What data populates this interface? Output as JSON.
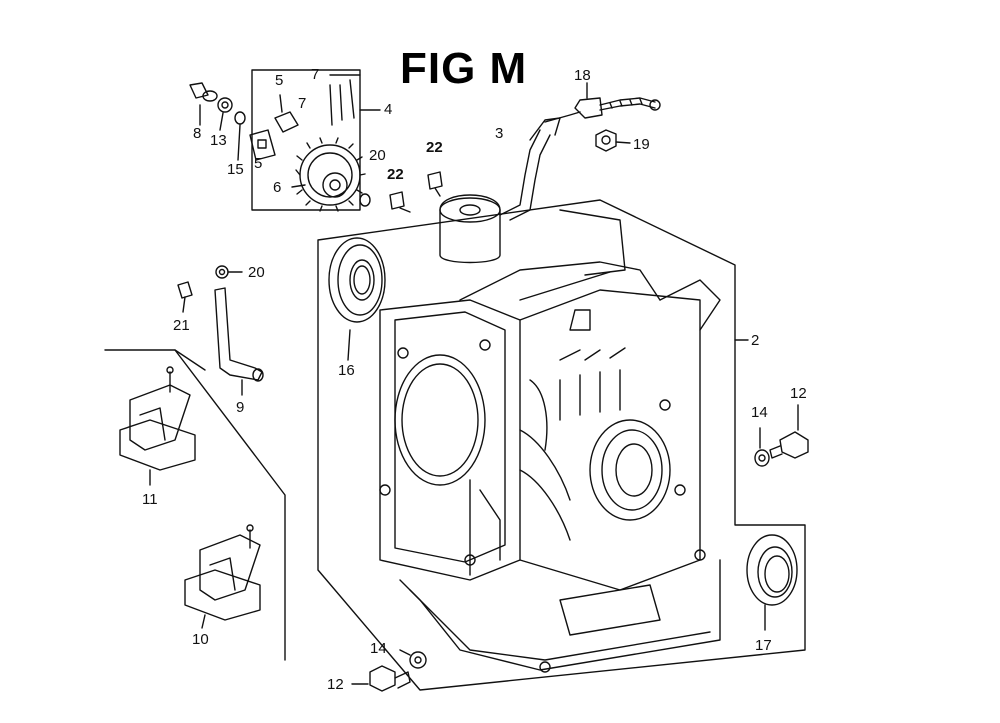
{
  "title": "FIG M",
  "callouts": [
    {
      "id": "c8",
      "label": "8"
    },
    {
      "id": "c13",
      "label": "13"
    },
    {
      "id": "c15",
      "label": "15"
    },
    {
      "id": "c5a",
      "label": "5"
    },
    {
      "id": "c5b",
      "label": "5"
    },
    {
      "id": "c6",
      "label": "6"
    },
    {
      "id": "c7a",
      "label": "7"
    },
    {
      "id": "c7b",
      "label": "7"
    },
    {
      "id": "c4",
      "label": "4"
    },
    {
      "id": "c20a",
      "label": "20"
    },
    {
      "id": "c22a",
      "label": "22"
    },
    {
      "id": "c22b",
      "label": "22"
    },
    {
      "id": "c3",
      "label": "3"
    },
    {
      "id": "c18",
      "label": "18"
    },
    {
      "id": "c19",
      "label": "19"
    },
    {
      "id": "c20b",
      "label": "20"
    },
    {
      "id": "c21",
      "label": "21"
    },
    {
      "id": "c9",
      "label": "9"
    },
    {
      "id": "c16",
      "label": "16"
    },
    {
      "id": "c2",
      "label": "2"
    },
    {
      "id": "c14a",
      "label": "14"
    },
    {
      "id": "c12a",
      "label": "12"
    },
    {
      "id": "c11",
      "label": "11"
    },
    {
      "id": "c10",
      "label": "10"
    },
    {
      "id": "c17",
      "label": "17"
    },
    {
      "id": "c14b",
      "label": "14"
    },
    {
      "id": "c12b",
      "label": "12"
    }
  ]
}
